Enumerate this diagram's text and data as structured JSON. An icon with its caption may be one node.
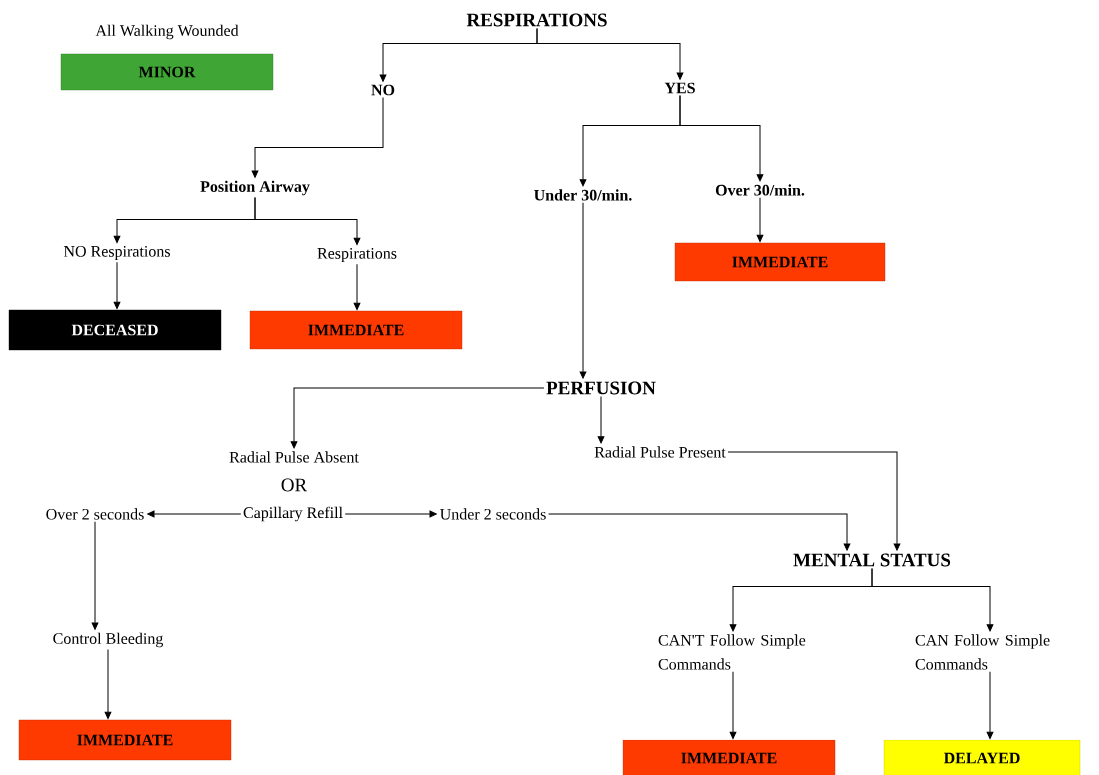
{
  "diagram": {
    "nodes": [
      {
        "text": [
          "All Walking Wounded",
          "MINOR"
        ]
      },
      {
        "text": [
          "RESPIRATIONS"
        ]
      },
      {
        "text": [
          "NO"
        ]
      },
      {
        "text": [
          "YES"
        ]
      },
      {
        "text": [
          "Position Airway"
        ]
      },
      {
        "text": [
          "Under 30/min."
        ]
      },
      {
        "text": [
          "Over 30/min."
        ]
      },
      {
        "text": [
          "NO Respirations"
        ]
      },
      {
        "text": [
          "Respirations"
        ]
      },
      {
        "text": [
          "IMMEDIATE"
        ]
      },
      {
        "text": [
          "DECEASED"
        ]
      },
      {
        "text": [
          "IMMEDIATE"
        ]
      },
      {
        "text": [
          "PERFUSION"
        ]
      },
      {
        "text": [
          "Radial Pulse Absent"
        ]
      },
      {
        "text": [
          "Radial Pulse Present"
        ]
      },
      {
        "text": [
          "Over 2 seconds"
        ]
      },
      {
        "text": [
          "Capillary Refill"
        ]
      },
      {
        "text": [
          "Under 2 seconds"
        ]
      },
      {
        "text": [
          "MENTAL STATUS"
        ]
      },
      {
        "text": [
          "Control Bleeding"
        ]
      },
      {
        "text": [
          "CAN'T Follow Simple Commands"
        ]
      },
      {
        "text": [
          "CAN Follow Simple Commands"
        ]
      },
      {
        "text": [
          "IMMEDIATE"
        ]
      },
      {
        "text": [
          "IMMEDIATE"
        ]
      },
      {
        "text": [
          "DELAYED"
        ]
      }
    ],
    "edges": [
      {
        "from": 1,
        "to": 2,
        "arrow": "to"
      },
      {
        "from": 1,
        "to": 3,
        "arrow": "to"
      },
      {
        "from": 2,
        "to": 4,
        "arrow": "to"
      },
      {
        "from": 4,
        "to": 7,
        "arrow": "to"
      },
      {
        "from": 4,
        "to": 8,
        "arrow": "to"
      },
      {
        "from": 7,
        "to": 10,
        "arrow": "to"
      },
      {
        "from": 8,
        "to": 11,
        "arrow": "to"
      },
      {
        "from": 3,
        "to": 5,
        "arrow": "to"
      },
      {
        "from": 3,
        "to": 6,
        "arrow": "to"
      },
      {
        "from": 6,
        "to": 9,
        "arrow": "to"
      },
      {
        "from": 5,
        "to": 12,
        "arrow": "to"
      },
      {
        "from": 12,
        "to": 13,
        "arrow": "to"
      },
      {
        "from": 12,
        "to": 14,
        "arrow": "to"
      },
      {
        "from": 16,
        "to": 15,
        "arrow": "to"
      },
      {
        "from": 16,
        "to": 17,
        "arrow": "to"
      },
      {
        "from": 17,
        "to": 18,
        "arrow": "to"
      },
      {
        "from": 14,
        "to": 18,
        "arrow": "to"
      },
      {
        "from": 15,
        "to": 19,
        "arrow": "to"
      },
      {
        "from": 19,
        "to": 22,
        "arrow": "to"
      },
      {
        "from": 18,
        "to": 20,
        "arrow": "to"
      },
      {
        "from": 18,
        "to": 21,
        "arrow": "to"
      },
      {
        "from": 20,
        "to": 23,
        "arrow": "to"
      },
      {
        "from": 21,
        "to": 24,
        "arrow": "to"
      }
    ],
    "labels": [
      "OR"
    ]
  }
}
